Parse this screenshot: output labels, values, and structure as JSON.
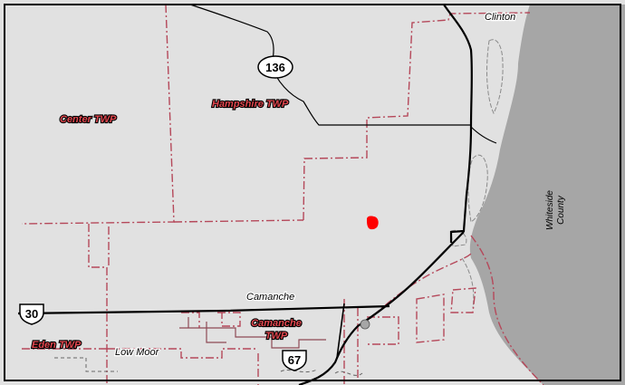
{
  "map": {
    "colors": {
      "land": "#e1e1e1",
      "water": "#a6a6a6",
      "township_boundary": "#b5485a",
      "road": "#000000",
      "marker": "#ff0000"
    },
    "township_labels": {
      "center": "Center TWP",
      "hampshire": "Hampshire TWP",
      "camanche_line1": "Camanche",
      "camanche_line2": "TWP",
      "eden": "Eden TWP"
    },
    "place_labels": {
      "clinton": "Clinton",
      "camanche": "Camanche",
      "low_moor": "Low Moor"
    },
    "county_label": {
      "line1": "Whiteside",
      "line2": "County"
    },
    "route_shields": {
      "state_136": "136",
      "us_30": "30",
      "us_67": "67"
    },
    "marker": {
      "icon": "location-dot"
    }
  }
}
